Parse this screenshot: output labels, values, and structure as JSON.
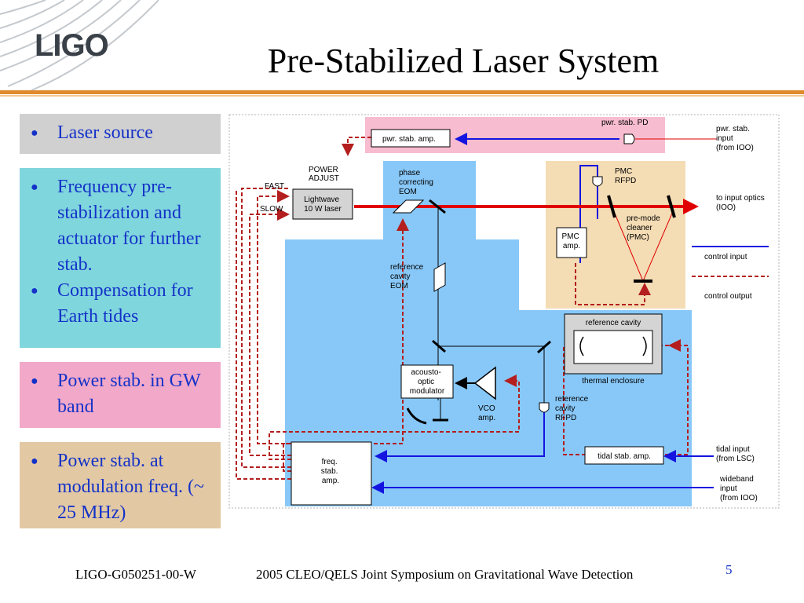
{
  "header": {
    "logo_text": "LIGO",
    "title": "Pre-Stabilized Laser System"
  },
  "bullets": {
    "laser": [
      "Laser source"
    ],
    "frequency": [
      "Frequency pre-stabilization and actuator for further stab.",
      "Compensation for Earth tides"
    ],
    "gw_power": [
      "Power stab. in GW band"
    ],
    "mod_power": [
      "Power stab. at modulation freq. (~ 25 MHz)"
    ]
  },
  "diagram": {
    "pwr_stab_pd": "pwr. stab. PD",
    "pwr_stab_amp": "pwr. stab. amp.",
    "pwr_stab_input": [
      "pwr. stab.",
      "input",
      "(from IOO)"
    ],
    "power_adjust": [
      "POWER",
      "ADJUST"
    ],
    "fast": "FAST",
    "slow": "SLOW",
    "laser": [
      "Lightwave",
      "10 W laser"
    ],
    "phase_eom": [
      "phase",
      "correcting",
      "EOM"
    ],
    "pmc_rfpd": [
      "PMC",
      "RFPD"
    ],
    "to_input_optics": [
      "to input optics",
      "(IOO)"
    ],
    "pmc": [
      "pre-mode",
      "cleaner",
      "(PMC)"
    ],
    "pmc_amp": [
      "PMC",
      "amp."
    ],
    "control_input": "control input",
    "control_output": "control output",
    "ref_cavity_eom": [
      "reference",
      "cavity",
      "EOM"
    ],
    "reference_cavity": "reference cavity",
    "thermal_enclosure": "thermal enclosure",
    "aom": [
      "acousto-",
      "optic",
      "modulator"
    ],
    "vco_amp": [
      "VCO",
      "amp."
    ],
    "ref_cavity_rfpd": [
      "reference",
      "cavity",
      "RFPD"
    ],
    "freq_stab_amp": [
      "freq.",
      "stab.",
      "amp."
    ],
    "tidal_stab_amp": "tidal stab. amp.",
    "tidal_input": [
      "tidal input",
      "(from LSC)"
    ],
    "wideband_input": [
      "wideband",
      "input",
      "(from IOO)"
    ]
  },
  "footer": {
    "doc_id": "LIGO-G050251-00-W",
    "conference": "2005 CLEO/QELS Joint Symposium on Gravitational Wave Detection",
    "page": "5"
  },
  "colors": {
    "accent_rule": "#e08a2c",
    "bullet_text": "#1432c8",
    "laser_beam": "#e00000",
    "control_input": "#1414e0",
    "control_output": "#b41e1e",
    "frequency_region": "#88c8f8",
    "power_region": "#f8bcd0",
    "pmc_region": "#f4dcb4"
  }
}
